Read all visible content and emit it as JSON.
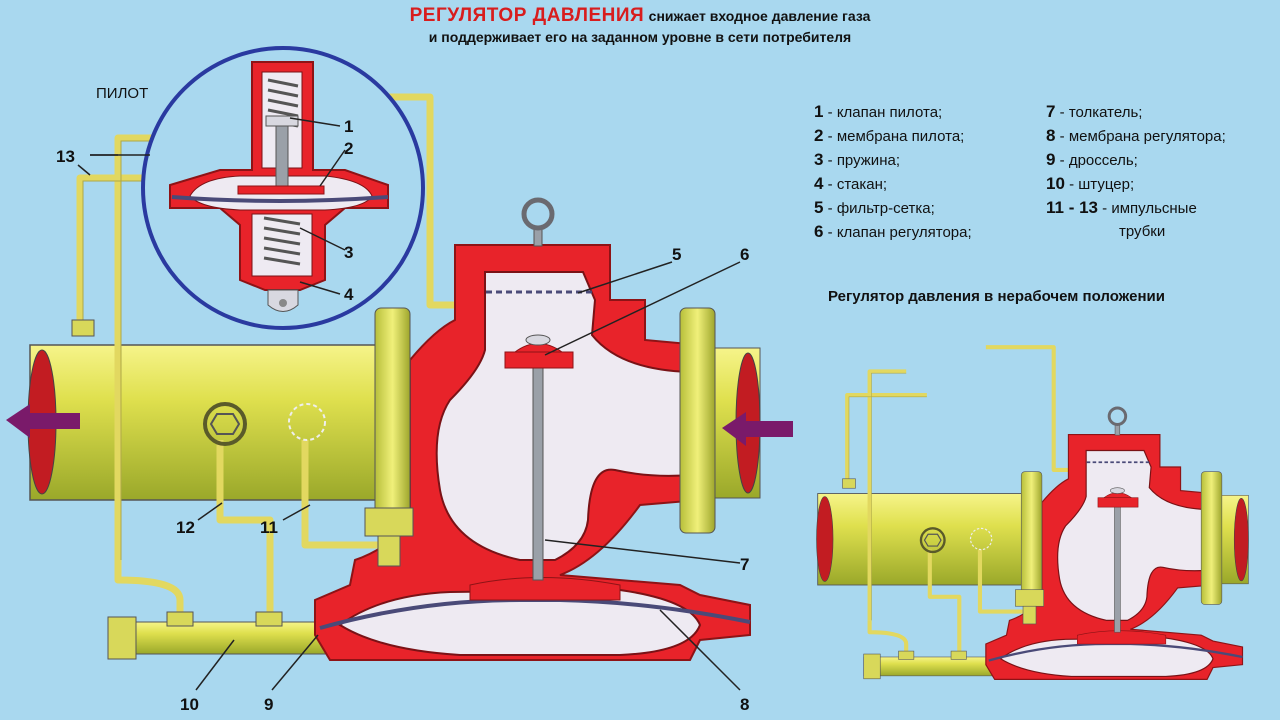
{
  "title": {
    "main": "РЕГУЛЯТОР ДАВЛЕНИЯ",
    "line1": "снижает входное давление газа",
    "line2": "и поддерживает его на заданном уровне в сети потребителя"
  },
  "pilot_label": "ПИЛОТ",
  "legend": [
    {
      "num": "1",
      "text": "клапан пилота;"
    },
    {
      "num": "2",
      "text": "мембрана пилота;"
    },
    {
      "num": "3",
      "text": "пружина;"
    },
    {
      "num": "4",
      "text": "стакан;"
    },
    {
      "num": "5",
      "text": "фильтр-сетка;"
    },
    {
      "num": "6",
      "text": "клапан регулятора;"
    },
    {
      "num": "7",
      "text": "толкатель;"
    },
    {
      "num": "8",
      "text": "мембрана регулятора;"
    },
    {
      "num": "9",
      "text": "дроссель;"
    },
    {
      "num": "10",
      "text": "штуцер;"
    },
    {
      "num": "11 - 13",
      "text": "импульсные",
      "text2": "трубки"
    }
  ],
  "callouts": [
    "1",
    "2",
    "3",
    "4",
    "5",
    "6",
    "7",
    "8",
    "9",
    "10",
    "11",
    "12",
    "13"
  ],
  "inset_caption": "Регулятор давления в нерабочем положении",
  "colors": {
    "background": "#a9d8ef",
    "body_red": "#e8232a",
    "gas_fill": "#eeeaf2",
    "pipe_yellow": "#d8e24c",
    "tube_yellow": "#e2d860",
    "membrane": "#4a4a78",
    "flow_arrow": "#7a1a6a",
    "pilot_circle": "#2a3aa0"
  }
}
